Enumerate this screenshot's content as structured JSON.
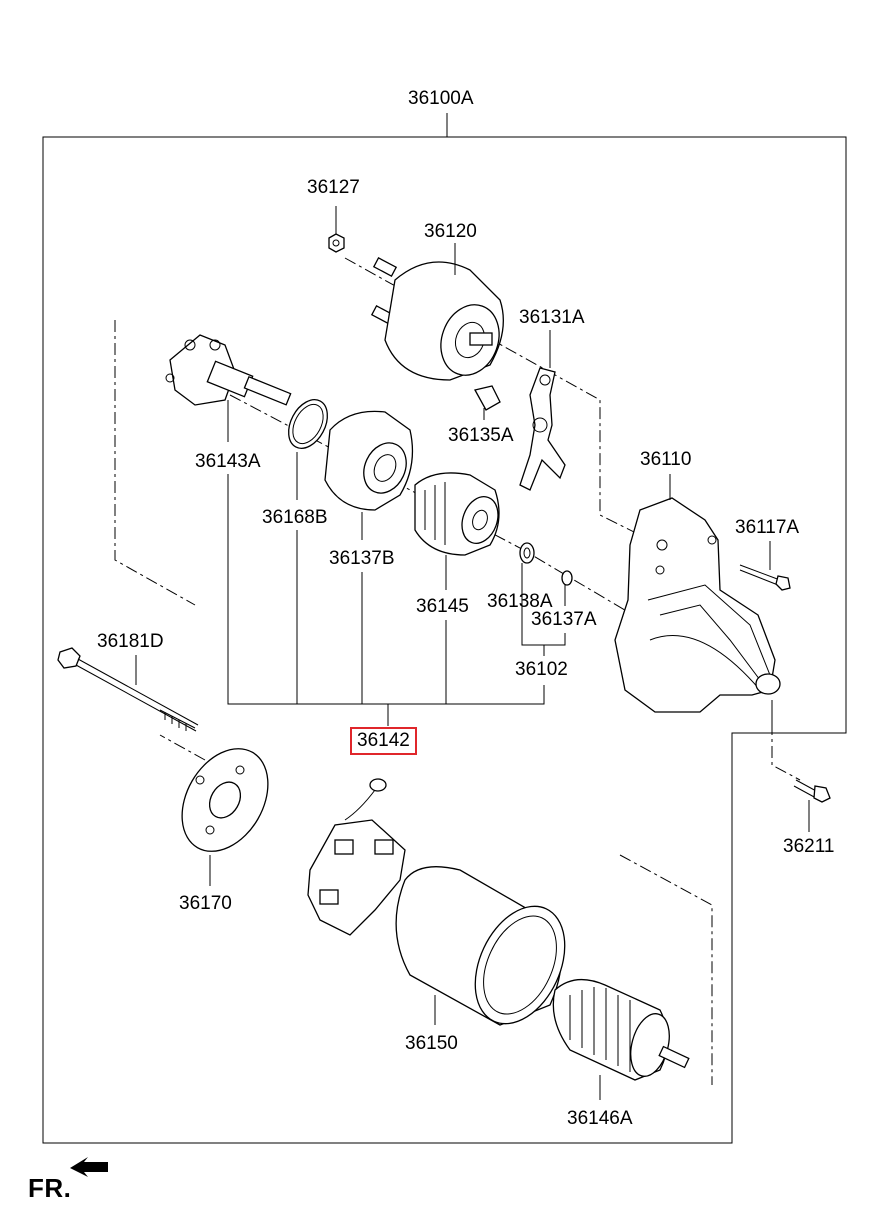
{
  "assembly_label": "36100A",
  "highlighted_part": "36142",
  "orientation_label": "FR.",
  "colors": {
    "highlight": "#e0262b",
    "lines": "#000000",
    "background": "#ffffff"
  },
  "parts": {
    "p36127": "36127",
    "p36120": "36120",
    "p36131A": "36131A",
    "p36135A": "36135A",
    "p36110": "36110",
    "p36117A": "36117A",
    "p36143A": "36143A",
    "p36168B": "36168B",
    "p36137B": "36137B",
    "p36145": "36145",
    "p36138A": "36138A",
    "p36137A": "36137A",
    "p36102": "36102",
    "p36142": "36142",
    "p36181D": "36181D",
    "p36211": "36211",
    "p36170": "36170",
    "p36150": "36150",
    "p36146A": "36146A"
  }
}
